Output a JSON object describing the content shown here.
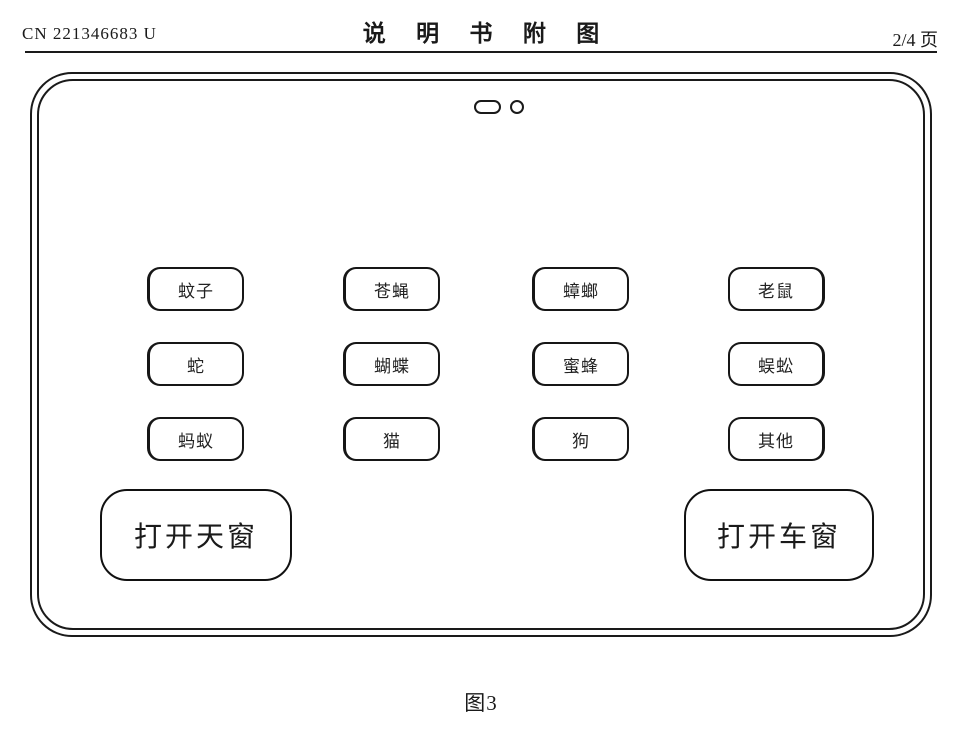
{
  "header": {
    "doc_number": "CN 221346683 U",
    "title": "说 明 书 附 图",
    "page_indicator": "2/4 页"
  },
  "device": {
    "keys": [
      "蚊子",
      "苍蝇",
      "蟑螂",
      "老鼠",
      "蛇",
      "蝴蝶",
      "蜜蜂",
      "蜈蚣",
      "蚂蚁",
      "猫",
      "狗",
      "其他"
    ],
    "action_keys": [
      "打开天窗",
      "打开车窗"
    ]
  },
  "figure_caption": "图3",
  "colors": {
    "ink": "#1a1a1a",
    "background": "#ffffff"
  }
}
